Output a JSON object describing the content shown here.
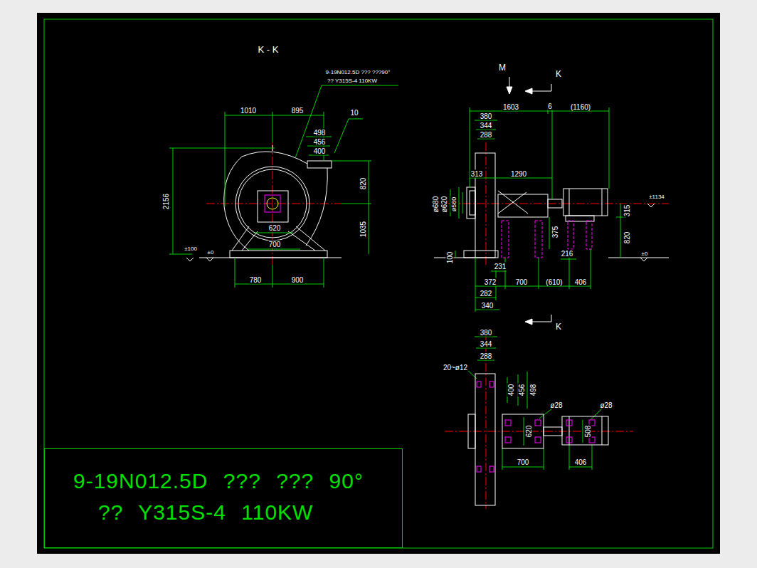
{
  "diagram": {
    "nodes": [
      {
        "text": [
          "9-19N012.5D ??? ??? 90°",
          "?? Y315S-4 110KW"
        ]
      }
    ],
    "labels": [
      "K - K",
      "9-19N012.5D ??? ???90°",
      "?? Y315S-4 110KW",
      "1010",
      "895",
      "10",
      "498",
      "456",
      "400",
      "2156",
      "820",
      "1035",
      "620",
      "700",
      "±100",
      "±0",
      "780",
      "900",
      "M",
      "K",
      "1603",
      "6",
      "(1160)",
      "380",
      "344",
      "288",
      "313",
      "1290",
      "ø680",
      "ø620",
      "ø560",
      "±1134",
      "315",
      "375",
      "820",
      "±0",
      "100",
      "216",
      "231",
      "372",
      "700",
      "(610)",
      "406",
      "282",
      "340",
      "K",
      "380",
      "344",
      "288",
      "20~ø12",
      "400",
      "456",
      "498",
      "ø28",
      "ø28",
      "620",
      "508",
      "700",
      "406"
    ]
  }
}
